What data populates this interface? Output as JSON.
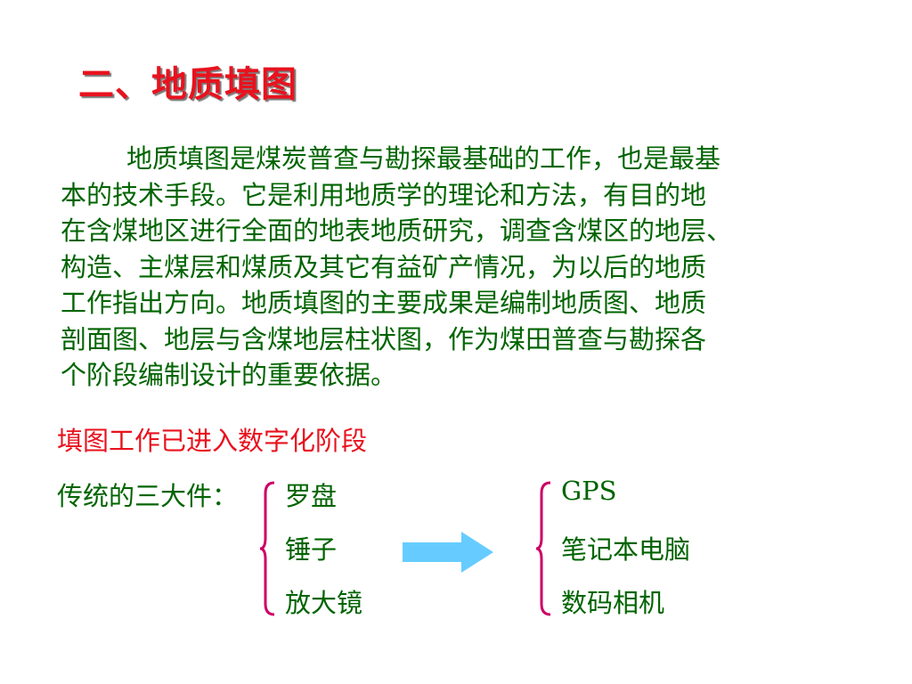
{
  "title": "二、地质填图",
  "paragraph": {
    "lines": [
      "地质填图是煤炭普查与勘探最基础的工作，也是最基",
      "本的技术手段。它是利用地质学的理论和方法，有目的地",
      "在含煤地区进行全面的地表地质研究，调查含煤区的地层、",
      "构造、主煤层和煤质及其它有益矿产情况，为以后的地质",
      "工作指出方向。地质填图的主要成果是编制地质图、地质",
      "剖面图、地层与含煤地层柱状图，作为煤田普查与勘探各",
      "个阶段编制设计的重要依据。"
    ]
  },
  "digital_note": "填图工作已进入数字化阶段",
  "traditional": {
    "label": "传统的三大件：",
    "items": [
      "罗盘",
      "锤子",
      "放大镜"
    ]
  },
  "modern": {
    "items": [
      "GPS",
      "笔记本电脑",
      "数码相机"
    ]
  },
  "colors": {
    "title": "#e8121e",
    "body_text": "#006400",
    "highlight_text": "#e8121e",
    "brace": "#cc0066",
    "arrow": "#66ccff"
  }
}
